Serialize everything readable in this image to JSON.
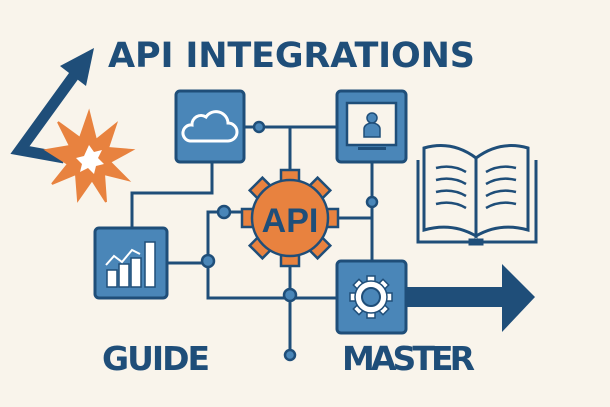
{
  "title": "API INTEGRATIONS",
  "hub_label": "API",
  "label_left": "GUIDE",
  "label_right": "MASTER",
  "icons": [
    "arrow-up-icon",
    "starburst-icon",
    "cloud-icon",
    "person-screen-icon",
    "bar-chart-icon",
    "gear-icon",
    "book-icon",
    "arrow-right-icon",
    "api-gear-icon"
  ],
  "colors": {
    "background": "#f9f4eb",
    "dark_blue": "#1f4e79",
    "box_blue": "#4a86b8",
    "orange": "#e8823f"
  }
}
